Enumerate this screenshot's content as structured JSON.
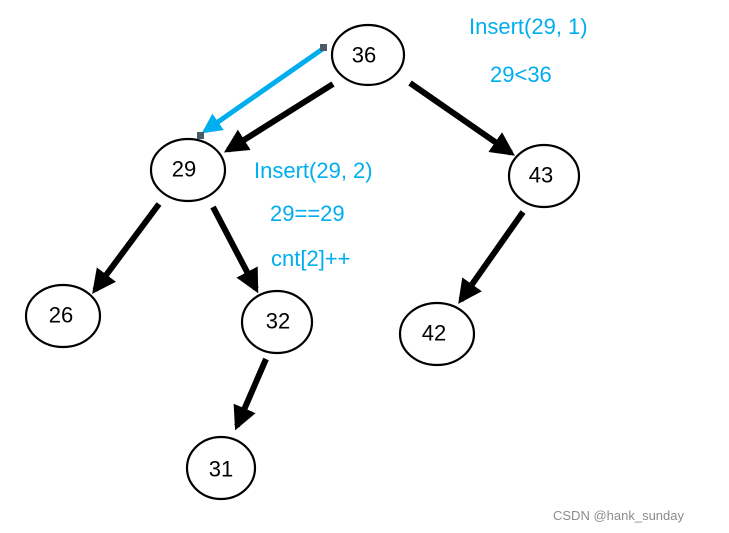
{
  "colors": {
    "accent": "#00aeef",
    "edge": "#000000",
    "node_stroke": "#000000",
    "watermark": "#8c8c8c"
  },
  "nodes": [
    {
      "id": "n36",
      "label": "36"
    },
    {
      "id": "n29",
      "label": "29"
    },
    {
      "id": "n43",
      "label": "43"
    },
    {
      "id": "n26",
      "label": "26"
    },
    {
      "id": "n32",
      "label": "32"
    },
    {
      "id": "n42",
      "label": "42"
    },
    {
      "id": "n31",
      "label": "31"
    }
  ],
  "edges": [
    {
      "from": "n36",
      "to": "n29"
    },
    {
      "from": "n36",
      "to": "n43"
    },
    {
      "from": "n29",
      "to": "n26"
    },
    {
      "from": "n29",
      "to": "n32"
    },
    {
      "from": "n43",
      "to": "n42"
    },
    {
      "from": "n32",
      "to": "n31"
    }
  ],
  "highlight_edge": {
    "from": "n36",
    "to": "n29"
  },
  "annotations": {
    "step1_call": "Insert(29, 1)",
    "step1_compare": "29<36",
    "step2_call": "Insert(29, 2)",
    "step2_compare": "29==29",
    "step2_action": "cnt[2]++"
  },
  "watermark": "CSDN @hank_sunday"
}
